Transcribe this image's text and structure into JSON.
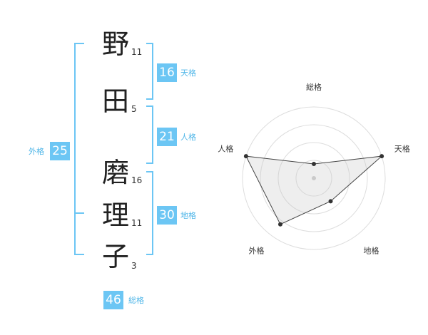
{
  "name": {
    "chars": [
      {
        "char": "野",
        "strokes": "11"
      },
      {
        "char": "田",
        "strokes": "5"
      },
      {
        "char": "磨",
        "strokes": "16"
      },
      {
        "char": "理",
        "strokes": "11"
      },
      {
        "char": "子",
        "strokes": "3"
      }
    ]
  },
  "kakusu": {
    "tenkaku": {
      "value": "16",
      "label": "天格"
    },
    "jinkaku": {
      "value": "21",
      "label": "人格"
    },
    "chikaku": {
      "value": "30",
      "label": "地格"
    },
    "gaikaku": {
      "value": "25",
      "label": "外格"
    },
    "soukaku": {
      "value": "46",
      "label": "総格"
    }
  },
  "colors": {
    "accent": "#6cc6f4",
    "accent_text": "#4fb6e8"
  },
  "chart_data": {
    "type": "radar",
    "axes": [
      "総格",
      "天格",
      "地格",
      "外格",
      "人格"
    ],
    "levels": 4,
    "values": [
      0.2,
      1.0,
      0.4,
      0.8,
      1.0
    ]
  }
}
